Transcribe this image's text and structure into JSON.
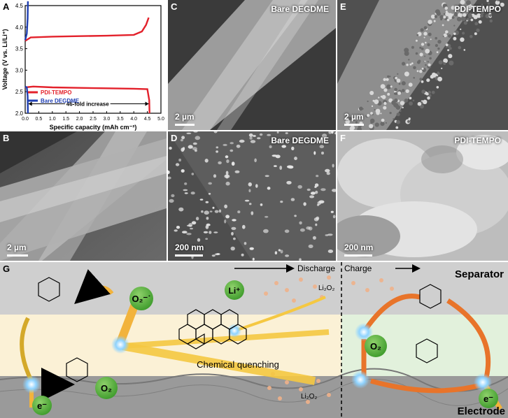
{
  "panels": {
    "a": {
      "letter": "A"
    },
    "b": {
      "letter": "B",
      "scale": "2 µm"
    },
    "c": {
      "letter": "C",
      "title": "Bare DEGDME",
      "scale": "2 µm"
    },
    "d": {
      "letter": "D",
      "title": "Bare DEGDME",
      "scale": "200 nm"
    },
    "e": {
      "letter": "E",
      "title": "PDI-TEMPO",
      "scale": "2 µm"
    },
    "f": {
      "letter": "F",
      "title": "PDI-TEMPO",
      "scale": "200 nm"
    },
    "g": {
      "letter": "G"
    }
  },
  "chart_data": {
    "type": "line",
    "xlabel": "Specific capacity (mAh cm⁻²)",
    "ylabel": "Voltage (V vs. Li/Li⁺)",
    "xlim": [
      0,
      5.0
    ],
    "ylim": [
      2.0,
      4.5
    ],
    "xticks": [
      "0.0",
      "0.5",
      "1.0",
      "1.5",
      "2.0",
      "2.5",
      "3.0",
      "3.5",
      "4.0",
      "4.5",
      "5.0"
    ],
    "yticks": [
      "2.0",
      "2.5",
      "3.0",
      "3.5",
      "4.0",
      "4.5"
    ],
    "annotation": "46-fold increase",
    "colors": {
      "pdi": "#e3212b",
      "bare": "#1f3fb3"
    },
    "series": [
      {
        "name": "PDI-TEMPO",
        "discharge": [
          [
            0,
            2.6
          ],
          [
            0.3,
            2.62
          ],
          [
            1.0,
            2.6
          ],
          [
            2.0,
            2.59
          ],
          [
            3.0,
            2.58
          ],
          [
            4.0,
            2.57
          ],
          [
            4.5,
            2.56
          ],
          [
            4.57,
            2.3
          ],
          [
            4.58,
            2.0
          ]
        ],
        "charge": [
          [
            0,
            3.68
          ],
          [
            0.2,
            3.76
          ],
          [
            1.0,
            3.78
          ],
          [
            2.0,
            3.79
          ],
          [
            3.0,
            3.8
          ],
          [
            4.0,
            3.82
          ],
          [
            4.3,
            3.9
          ],
          [
            4.45,
            4.05
          ],
          [
            4.55,
            4.22
          ]
        ]
      },
      {
        "name": "Bare DEGDME",
        "discharge": [
          [
            0,
            2.62
          ],
          [
            0.06,
            2.6
          ],
          [
            0.09,
            2.4
          ],
          [
            0.1,
            2.0
          ]
        ],
        "charge": [
          [
            0,
            3.7
          ],
          [
            0.06,
            3.85
          ],
          [
            0.09,
            4.2
          ],
          [
            0.1,
            4.6
          ]
        ]
      }
    ]
  },
  "schematic": {
    "header_discharge": "Discharge",
    "header_charge": "Charge",
    "separator": "Separator",
    "electrode": "Electrode",
    "li2o2_top": "Li₂O₂",
    "li2o2_bottom": "Li₂O₂",
    "o2_superoxide": "O₂⁻˙",
    "li_plus": "Li⁺",
    "o2_left": "O₂",
    "o2_right": "O₂",
    "electron_left": "e⁻",
    "electron_right": "e⁻",
    "quench": "Chemical quenching"
  }
}
